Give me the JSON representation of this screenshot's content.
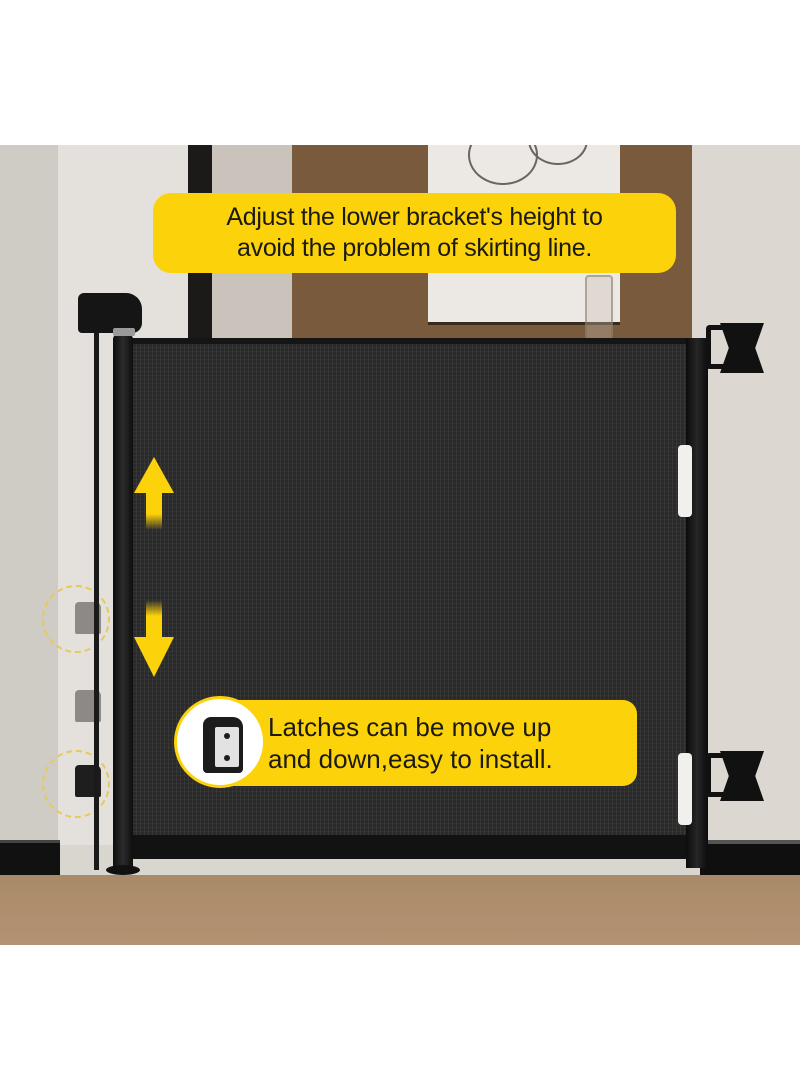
{
  "image": {
    "description": "Retractable mesh baby gate product photo with feature callouts",
    "colors": {
      "callout_yellow": "#fcd20a",
      "text_dark": "#1b1a12",
      "mesh": "#2a2a2a",
      "wall": "#e4e1dc",
      "floor": "#ab8c6a"
    }
  },
  "callouts": {
    "top": {
      "line1": "Adjust the lower bracket's height to",
      "line2": "avoid the problem of skirting line."
    },
    "bottom": {
      "line1": "Latches can be move up",
      "line2": "and down,easy to install.",
      "icon": "latch-bracket-icon"
    }
  },
  "annotations": {
    "arrows": [
      "arrow-up-icon",
      "arrow-down-icon"
    ],
    "latch_positions": 3,
    "highlighted_latches": 2
  }
}
